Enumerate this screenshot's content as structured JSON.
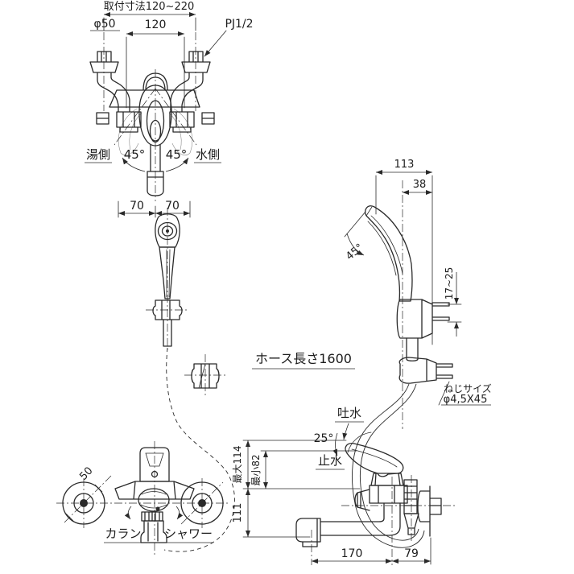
{
  "colors": {
    "line": "#2a2a2a",
    "background": "#ffffff"
  },
  "front_view": {
    "mounting_pitch": "取付寸法120~220",
    "flange_dia": "φ50",
    "pitch": "120",
    "thread": "PJ1/2",
    "hot_side": "湯側",
    "cold_side": "水側",
    "swing_left": "45°",
    "swing_right": "45°",
    "seventy_left": "70",
    "seventy_right": "70"
  },
  "hose": {
    "length_label": "ホース長さ1600"
  },
  "shower_side_view": {
    "dim_113": "113",
    "dim_38": "38",
    "head_angle": "45°",
    "wall_range": "17~25",
    "screw_note_line1": "ねじサイズ",
    "screw_note_line2": "φ4,5X45"
  },
  "faucet_side_view": {
    "spout_label": "吐水",
    "lever_angle": "25°",
    "stop_label": "止水",
    "max_height": "最大114",
    "min_height": "最小82",
    "dim_111": "111",
    "dim_170": "170",
    "dim_79": "79"
  },
  "rear_view": {
    "dim_50": "50",
    "spout_mode": "カラン",
    "shower_mode": "シャワー"
  }
}
